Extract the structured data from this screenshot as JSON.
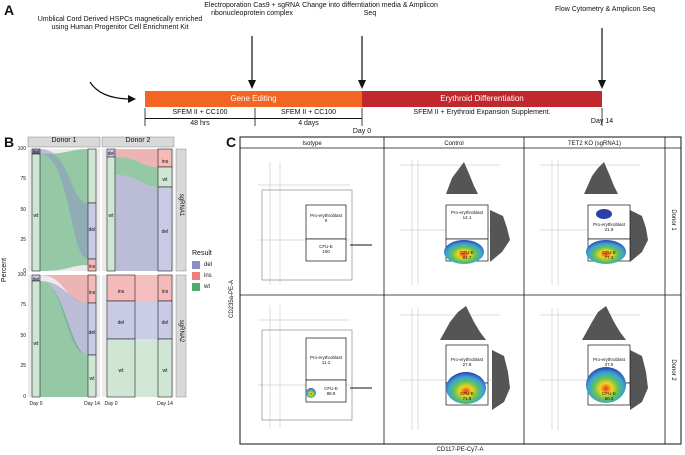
{
  "panelA": {
    "letter": "A",
    "source_text": "Umblical Cord Derived HSPCs magnetically enriched using Human Progenitor Cell Enrichment Kit",
    "electroporation_text": "Electroporation Cas9 + sgRNA ribonucleoprotein complex",
    "change_text": "Change into differntiation media & Amplicon Seq",
    "flow_text": "Flow Cytometry & Amplicon Seq",
    "bar_gene_editing": "Gene Editing",
    "bar_differentiation": "Erythroid Differentiation",
    "stage1_label": "SFEM II + CC100",
    "stage1_duration": "48 hrs",
    "stage2_label": "SFEM II + CC100",
    "stage2_duration": "4 days",
    "day0": "Day 0",
    "stage3_label": "SFEM II + Erythroid Expansion Supplement.",
    "day14": "Day 14",
    "colors": {
      "gene_editing": "#f26522",
      "differentiation": "#c1272d"
    }
  },
  "panelB": {
    "letter": "B",
    "donor1": "Donor 1",
    "donor2": "Donor 2",
    "strip1": "sgRNA1",
    "strip2": "sgRNA2",
    "ylabel": "Percent",
    "yticks": [
      "100",
      "75",
      "50",
      "25",
      "0"
    ],
    "xticks": [
      "Day 0",
      "Day 14"
    ],
    "legend_title": "Result",
    "legend_items": [
      {
        "label": "del",
        "color": "#8b90c4"
      },
      {
        "label": "ins",
        "color": "#ee7e7e"
      },
      {
        "label": "wt",
        "color": "#4fab6b"
      }
    ],
    "block_labels": {
      "r1d1": [
        "del",
        "wt",
        "del",
        "ins"
      ],
      "r1d2": [
        "del",
        "wt",
        "ins",
        "wt",
        "del"
      ],
      "r2d1": [
        "del",
        "wt",
        "ins",
        "del",
        "wt"
      ],
      "r2d2": [
        "ins",
        "del",
        "wt",
        "ins",
        "del",
        "wt"
      ]
    }
  },
  "panelC": {
    "letter": "C",
    "columns": [
      "Isotype",
      "Control",
      "TET2 KO (sgRNA1)"
    ],
    "rows": [
      "Donor 1",
      "Donor 2"
    ],
    "ylabel": "CD235a-PE-A",
    "xlabel": "CD117-PE-Cy7-A",
    "gate_top": "Pro-erythroblast",
    "gate_bottom": "CFU-E",
    "gates": [
      {
        "top": "0",
        "bottom": "100"
      },
      {
        "top": "14.1",
        "bottom": "84.7"
      },
      {
        "top": "21.9",
        "bottom": "77.3"
      },
      {
        "top": "11.1",
        "bottom": "88.9"
      },
      {
        "top": "27.8",
        "bottom": "71.8"
      },
      {
        "top": "37.5",
        "bottom": "60.2"
      }
    ]
  }
}
